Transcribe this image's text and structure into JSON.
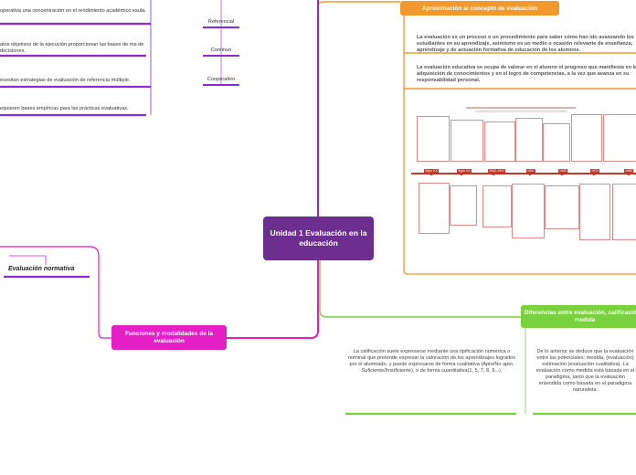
{
  "center": {
    "title": "Unidad 1 Evaluación en la educación"
  },
  "topics": {
    "aproximacion": "Aproximación al concepto de evaluación",
    "funciones": "Funciones y modalidades de la evaluación",
    "diferencias": "Diferencias entre evaluación, calificación y medida"
  },
  "left_items": [
    "operativa una concentración en el rendimiento académico esula.",
    "atos objetivos de la ejecución proporcionan las bases de ma de decisiones.",
    "ecesitan estrategias de evaluación de referencia múltiple.",
    "equieren bases empíricas para las prácticas evaluativas."
  ],
  "purple_labels": [
    "Referencial",
    "Continuo",
    "Cooperativo"
  ],
  "normativa": "Evaluación normativa",
  "aprox_paragraphs": [
    "La evaluación es un proceso o un procedimiento para saber cómo han ido avanzando los estudiantes en su aprendizaje, asimismo es un medio u ocasión relevante de enseñanza, aprendizaje y de actuación formativa de educación de los alumnos.",
    "La evaluación educativa se ocupa de valorar en el alumno el progreso que manifiesta en la adquisición de conocimientos y en el logro de competencias, a la vez que avanza en su responsabilidad personal."
  ],
  "timeline": {
    "years": [
      "Siglo XX",
      "Siglo XX",
      "1942-1947",
      "1957",
      "1960",
      "1970",
      "1985"
    ]
  },
  "diferencias_paragraphs": [
    "La calificación suele expresarse mediante una tipificación numérica o nominal que pretende expresar la valoración de los aprendizajes logrados por el alumnado, y puede expresarse de forma cualitativa (Apto/No apto, Suficiente/Insuficiente), o de forma cuantitativa(1, 5, 7, 8, 9...).",
    "De lo anterior se deduce que la evaluación entre las potenciales: medida, (evaluación) estimación (evaluación cualitativa). La evaluación como medida está basada en el paradigma, tanto que la evaluación entendida como basada en el paradigma naturalista."
  ],
  "colors": {
    "center": "#6c2e8f",
    "orange": "#f2992e",
    "magenta": "#e41fc6",
    "green": "#79d13d",
    "purple_branch": "#8a2bd6"
  }
}
